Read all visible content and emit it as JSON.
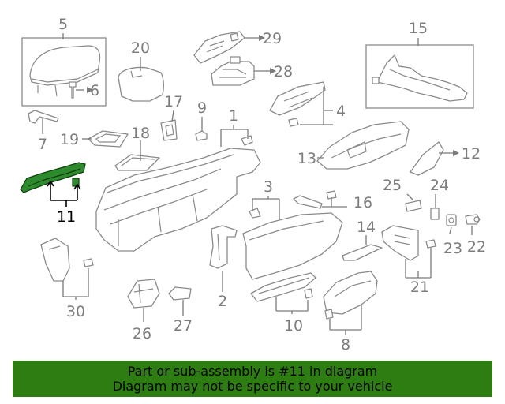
{
  "callouts": {
    "c1": "1",
    "c2": "2",
    "c3": "3",
    "c4": "4",
    "c5": "5",
    "c6": "6",
    "c7": "7",
    "c8": "8",
    "c9": "9",
    "c10": "10",
    "c11": "11",
    "c12": "12",
    "c13": "13",
    "c14": "14",
    "c15": "15",
    "c16": "16",
    "c17": "17",
    "c18": "18",
    "c19": "19",
    "c20": "20",
    "c21": "21",
    "c22": "22",
    "c23": "23",
    "c24": "24",
    "c25": "25",
    "c26": "26",
    "c27": "27",
    "c28": "28",
    "c29": "29",
    "c30": "30"
  },
  "highlighted_part": "11",
  "colors": {
    "highlight": "#2d8a2d",
    "banner": "#2e7d12",
    "line_art": "#8a8a8a"
  },
  "banner": {
    "line1": "Part or sub-assembly is #11 in diagram",
    "line2": "Diagram may not be specific to your vehicle"
  }
}
